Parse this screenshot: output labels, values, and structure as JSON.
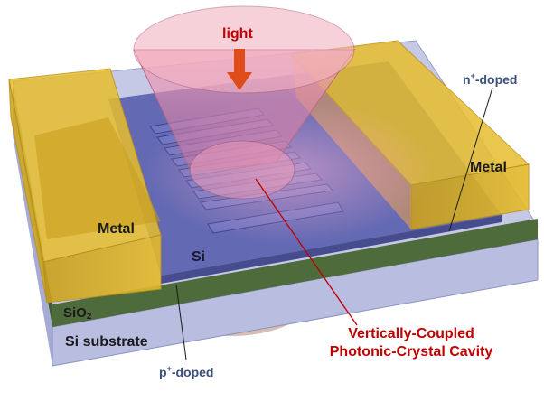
{
  "labels": {
    "light": "light",
    "metal_left": "Metal",
    "metal_right": "Metal",
    "si": "Si",
    "sio2_main": "SiO",
    "sio2_sub": "2",
    "substrate": "Si substrate",
    "n_doped_main": "n",
    "n_doped_sup": "+",
    "n_doped_rest": "-doped",
    "p_doped_main": "p",
    "p_doped_sup": "+",
    "p_doped_rest": "-doped",
    "cavity_line1": "Vertically-Coupled",
    "cavity_line2": "Photonic-Crystal Cavity"
  },
  "colors": {
    "substrate": "#b9bde0",
    "oxide": "#4e6e3c",
    "silicon": "#5e64b0",
    "metal": "#e2b623",
    "light_cone": "#e48aa8",
    "light_arrow": "#e04b1a",
    "annotation_red": "#c00000",
    "annotation_blue": "#3a4f7a"
  }
}
